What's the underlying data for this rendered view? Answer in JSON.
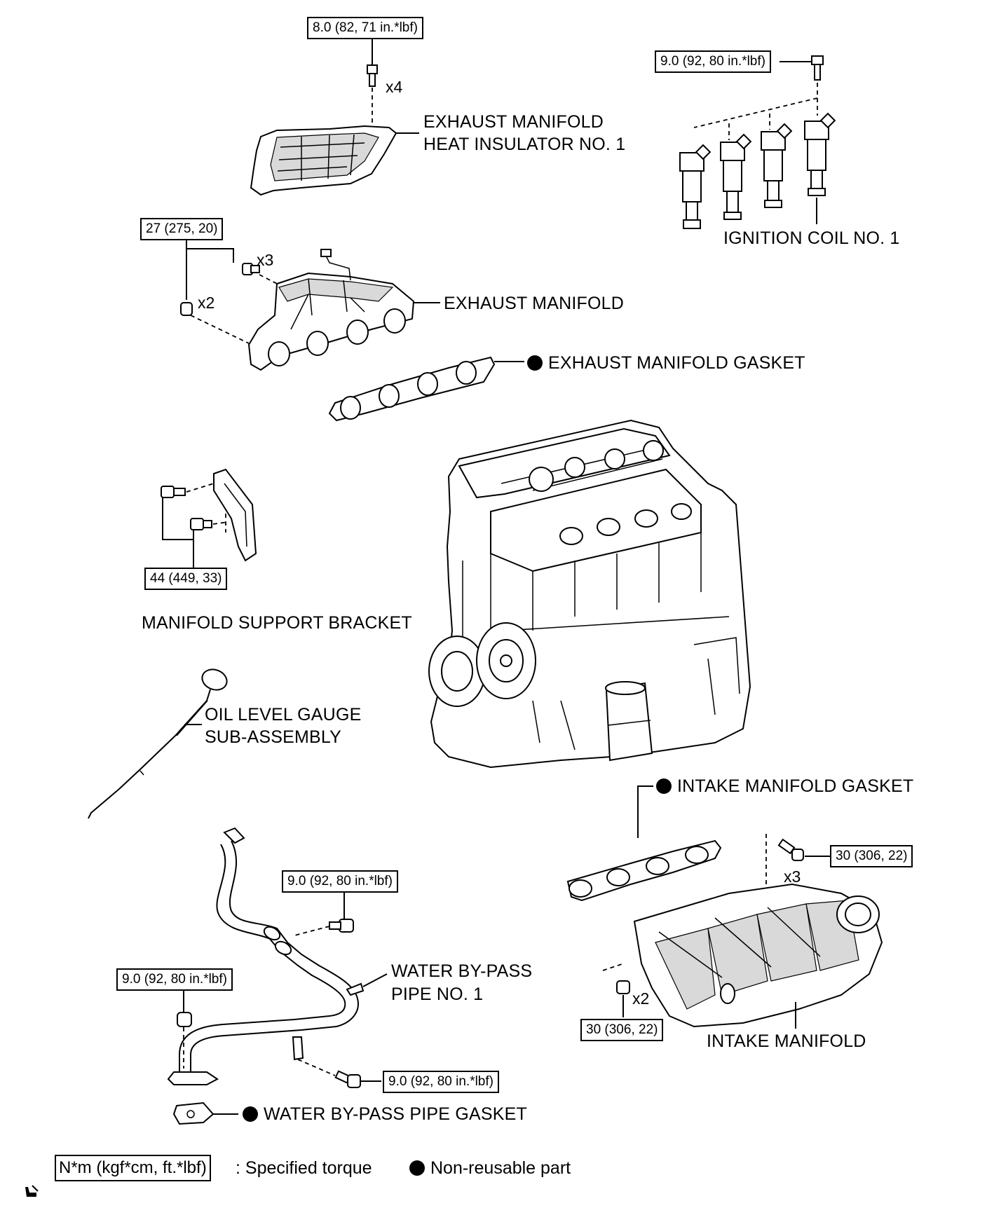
{
  "torque_specs": {
    "heat_insulator_bolt": "8.0 (82, 71 in.*lbf)",
    "ignition_coil_bolt": "9.0 (92, 80 in.*lbf)",
    "exhaust_manifold_fasteners": "27 (275, 20)",
    "support_bracket_bolts": "44 (449, 33)",
    "water_pipe_bolt_upper": "9.0 (92, 80 in.*lbf)",
    "water_pipe_nut": "9.0 (92, 80 in.*lbf)",
    "water_pipe_bolt_lower": "9.0 (92, 80 in.*lbf)",
    "intake_manifold_bolts": "30 (306, 22)",
    "intake_manifold_nuts": "30 (306, 22)"
  },
  "quantities": {
    "heat_insulator": "x4",
    "exhaust_bolts": "x3",
    "exhaust_nuts": "x2",
    "intake_bolts": "x3",
    "intake_nuts": "x2"
  },
  "parts": {
    "heat_insulator_line1": "EXHAUST MANIFOLD",
    "heat_insulator_line2": "HEAT INSULATOR NO. 1",
    "ignition_coil": "IGNITION COIL NO. 1",
    "exhaust_manifold": "EXHAUST MANIFOLD",
    "exhaust_gasket": "EXHAUST  MANIFOLD  GASKET",
    "support_bracket": "MANIFOLD SUPPORT BRACKET",
    "oil_gauge_line1": "OIL LEVEL GAUGE",
    "oil_gauge_line2": "SUB-ASSEMBLY",
    "intake_gasket": "INTAKE MANIFOLD GASKET",
    "water_pipe_line1": "WATER BY-PASS",
    "water_pipe_line2": "PIPE NO. 1",
    "intake_manifold": "INTAKE MANIFOLD",
    "water_pipe_gasket": "WATER BY-PASS PIPE GASKET"
  },
  "legend": {
    "torque_unit": "N*m (kgf*cm, ft.*lbf)",
    "torque_text": ": Specified torque",
    "non_reusable_text": "Non-reusable part"
  }
}
